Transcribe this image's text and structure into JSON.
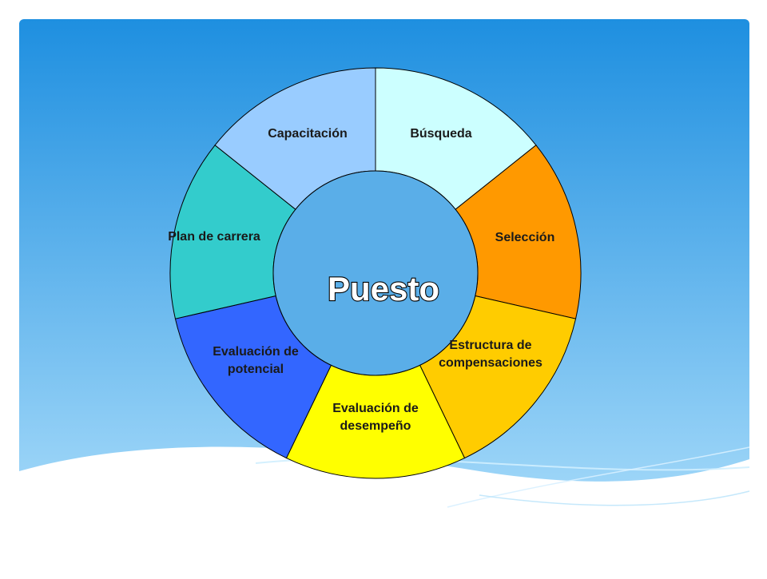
{
  "slide": {
    "background_top": "#1e8fe0",
    "background_bottom": "#a9dcfa"
  },
  "diagram": {
    "center": {
      "label": "Puesto",
      "fill": "#5aaee8"
    },
    "segments": [
      {
        "id": "busqueda",
        "lines": [
          "Búsqueda"
        ],
        "color": "#ccffff"
      },
      {
        "id": "seleccion",
        "lines": [
          "Selección"
        ],
        "color": "#ff9900"
      },
      {
        "id": "estructura-de-compensaciones",
        "lines": [
          "Estructura de",
          "compensaciones"
        ],
        "color": "#ffcc00"
      },
      {
        "id": "evaluacion-de-desempeno",
        "lines": [
          "Evaluación de",
          "desempeño"
        ],
        "color": "#ffff00"
      },
      {
        "id": "evaluacion-de-potencial",
        "lines": [
          "Evaluación de",
          "potencial"
        ],
        "color": "#3366ff"
      },
      {
        "id": "plan-de-carrera",
        "lines": [
          "Plan de carrera"
        ],
        "color": "#33cccc"
      },
      {
        "id": "capacitacion",
        "lines": [
          "Capacitación"
        ],
        "color": "#99ccff"
      }
    ]
  }
}
